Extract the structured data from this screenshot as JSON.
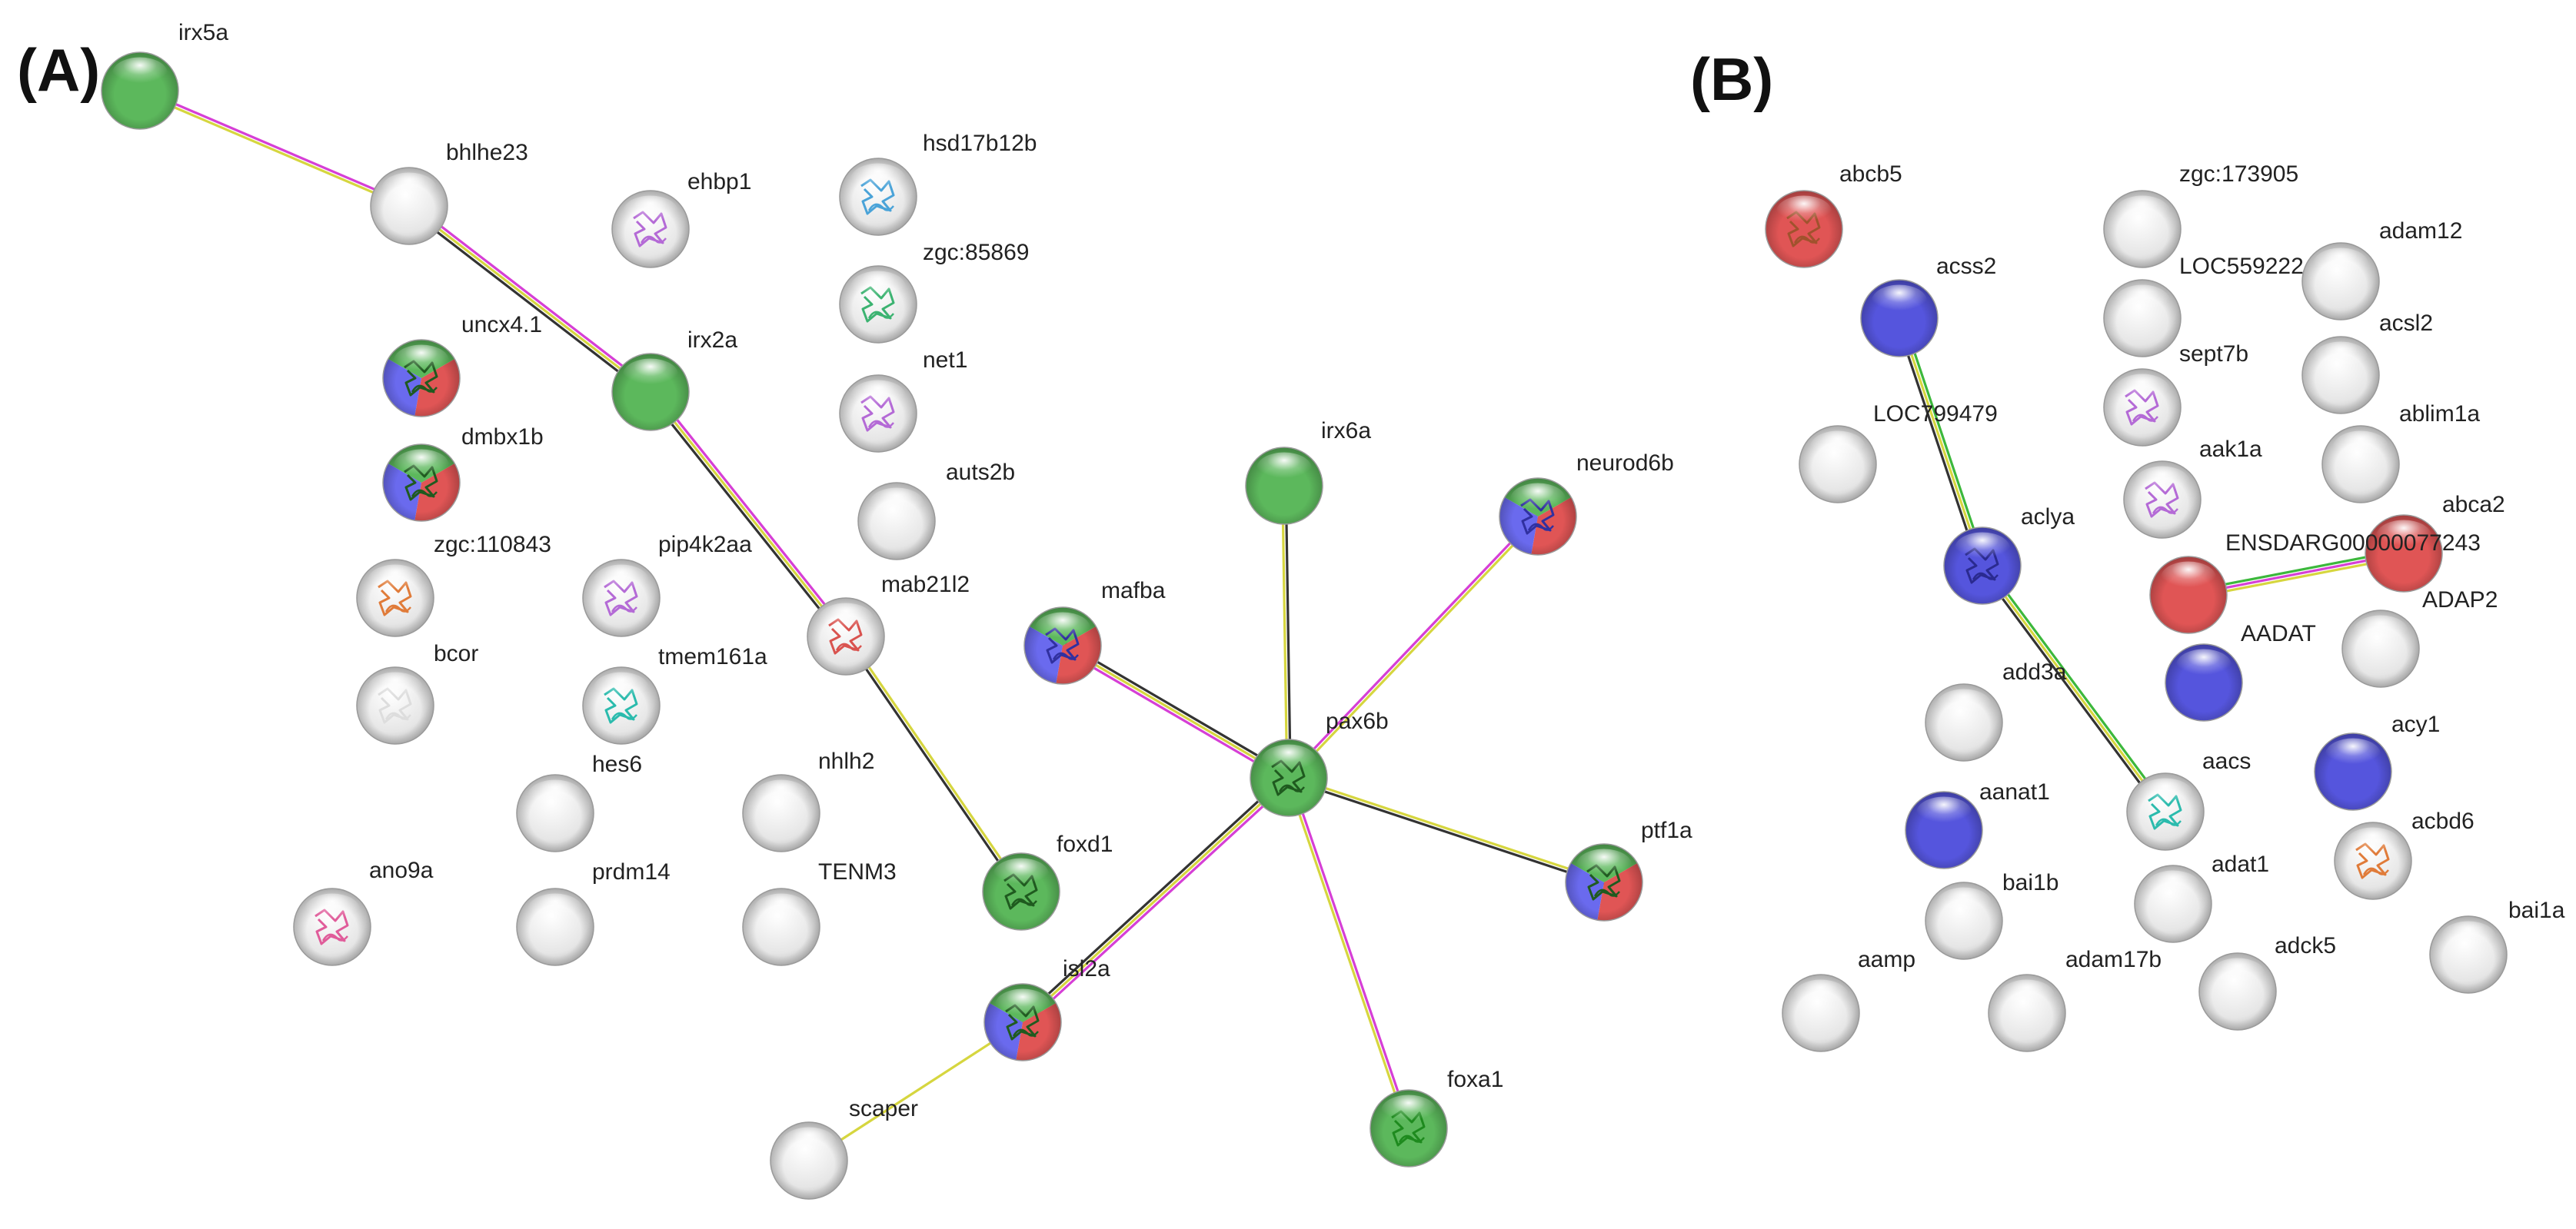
{
  "panels": [
    {
      "label": "(A)",
      "nodes": [
        {
          "id": "irx5a",
          "label": "irx5a",
          "colors": [
            "#5cb85c"
          ],
          "structure": false
        },
        {
          "id": "bhlhe23",
          "label": "bhlhe23",
          "colors": [],
          "structure": false
        },
        {
          "id": "ehbp1",
          "label": "ehbp1",
          "colors": [],
          "structure": true,
          "structure_color": "#b46ad6"
        },
        {
          "id": "hsd17b12b",
          "label": "hsd17b12b",
          "colors": [],
          "structure": true,
          "structure_color": "#4aa3d8"
        },
        {
          "id": "zgc85869",
          "label": "zgc:85869",
          "colors": [],
          "structure": true,
          "structure_color": "#3cb371"
        },
        {
          "id": "net1",
          "label": "net1",
          "colors": [],
          "structure": true,
          "structure_color": "#b46ad6"
        },
        {
          "id": "auts2b",
          "label": "auts2b",
          "colors": [],
          "structure": false
        },
        {
          "id": "uncx41",
          "label": "uncx4.1",
          "colors": [
            "#5cb85c",
            "#e05555",
            "#6a6aee"
          ],
          "structure": true,
          "structure_color": "#1f5a1f"
        },
        {
          "id": "irx2a",
          "label": "irx2a",
          "colors": [
            "#5cb85c"
          ],
          "structure": false
        },
        {
          "id": "dmbx1b",
          "label": "dmbx1b",
          "colors": [
            "#5cb85c",
            "#e05555",
            "#6a6aee"
          ],
          "structure": true,
          "structure_color": "#1f5a1f"
        },
        {
          "id": "zgc110843",
          "label": "zgc:110843",
          "colors": [],
          "structure": true,
          "structure_color": "#e07b39"
        },
        {
          "id": "pip4k2aa",
          "label": "pip4k2aa",
          "colors": [],
          "structure": true,
          "structure_color": "#b46ad6"
        },
        {
          "id": "mab21l2",
          "label": "mab21l2",
          "colors": [],
          "structure": true,
          "structure_color": "#d9534f"
        },
        {
          "id": "bcor",
          "label": "bcor",
          "colors": [],
          "structure": true,
          "structure_color": "#dddddd"
        },
        {
          "id": "tmem161a",
          "label": "tmem161a",
          "colors": [],
          "structure": true,
          "structure_color": "#2bbbad"
        },
        {
          "id": "hes6",
          "label": "hes6",
          "colors": [],
          "structure": false
        },
        {
          "id": "nhlh2",
          "label": "nhlh2",
          "colors": [],
          "structure": false
        },
        {
          "id": "prdm14",
          "label": "prdm14",
          "colors": [],
          "structure": false
        },
        {
          "id": "tenm3",
          "label": "TENM3",
          "colors": [],
          "structure": false
        },
        {
          "id": "ano9a",
          "label": "ano9a",
          "colors": [],
          "structure": true,
          "structure_color": "#e05c9a"
        },
        {
          "id": "foxd1",
          "label": "foxd1",
          "colors": [
            "#5cb85c"
          ],
          "structure": true,
          "structure_color": "#1f5a1f"
        },
        {
          "id": "irx6a",
          "label": "irx6a",
          "colors": [
            "#5cb85c"
          ],
          "structure": false
        },
        {
          "id": "neurod6b",
          "label": "neurod6b",
          "colors": [
            "#5cb85c",
            "#e05555",
            "#6a6aee"
          ],
          "structure": true,
          "structure_color": "#3030a0"
        },
        {
          "id": "mafba",
          "label": "mafba",
          "colors": [
            "#5cb85c",
            "#e05555",
            "#6a6aee"
          ],
          "structure": true,
          "structure_color": "#3030a0"
        },
        {
          "id": "pax6b",
          "label": "pax6b",
          "colors": [
            "#5cb85c"
          ],
          "structure": true,
          "structure_color": "#1f5a1f"
        },
        {
          "id": "ptf1a",
          "label": "ptf1a",
          "colors": [
            "#5cb85c",
            "#e05555",
            "#6a6aee"
          ],
          "structure": true,
          "structure_color": "#1f5a1f"
        },
        {
          "id": "isl2a",
          "label": "isl2a",
          "colors": [
            "#5cb85c",
            "#e05555",
            "#6a6aee"
          ],
          "structure": true,
          "structure_color": "#1f5a1f"
        },
        {
          "id": "foxa1",
          "label": "foxa1",
          "colors": [
            "#5cb85c"
          ],
          "structure": true,
          "structure_color": "#1e8a1e"
        },
        {
          "id": "scaper",
          "label": "scaper",
          "colors": [],
          "structure": false
        }
      ],
      "edges": [
        {
          "source": "irx5a",
          "target": "bhlhe23",
          "types": [
            "#d63fd6",
            "#d6d63f"
          ]
        },
        {
          "source": "bhlhe23",
          "target": "irx2a",
          "types": [
            "#d63fd6",
            "#d6d63f",
            "#333333"
          ]
        },
        {
          "source": "irx2a",
          "target": "mab21l2",
          "types": [
            "#d63fd6",
            "#d6d63f",
            "#333333"
          ]
        },
        {
          "source": "mab21l2",
          "target": "foxd1",
          "types": [
            "#d6d63f",
            "#333333"
          ]
        },
        {
          "source": "pax6b",
          "target": "irx6a",
          "types": [
            "#d6d63f",
            "#333333"
          ]
        },
        {
          "source": "pax6b",
          "target": "neurod6b",
          "types": [
            "#d63fd6",
            "#d6d63f"
          ]
        },
        {
          "source": "pax6b",
          "target": "mafba",
          "types": [
            "#d63fd6",
            "#d6d63f",
            "#333333"
          ]
        },
        {
          "source": "pax6b",
          "target": "ptf1a",
          "types": [
            "#d6d63f",
            "#333333"
          ]
        },
        {
          "source": "pax6b",
          "target": "isl2a",
          "types": [
            "#d63fd6",
            "#d6d63f",
            "#333333"
          ]
        },
        {
          "source": "pax6b",
          "target": "foxa1",
          "types": [
            "#d63fd6",
            "#d6d63f"
          ]
        },
        {
          "source": "isl2a",
          "target": "scaper",
          "types": [
            "#d6d63f"
          ]
        }
      ]
    },
    {
      "label": "(B)",
      "nodes": [
        {
          "id": "abcb5",
          "label": "abcb5",
          "colors": [
            "#e05555"
          ],
          "structure": true,
          "structure_color": "#a0522d"
        },
        {
          "id": "zgc173905",
          "label": "zgc:173905",
          "colors": [],
          "structure": false
        },
        {
          "id": "adam12",
          "label": "adam12",
          "colors": [],
          "structure": false
        },
        {
          "id": "acss2",
          "label": "acss2",
          "colors": [
            "#5555dd"
          ],
          "structure": false
        },
        {
          "id": "loc559222",
          "label": "LOC559222",
          "colors": [],
          "structure": false
        },
        {
          "id": "acsl2",
          "label": "acsl2",
          "colors": [],
          "structure": false
        },
        {
          "id": "sept7b",
          "label": "sept7b",
          "colors": [],
          "structure": true,
          "structure_color": "#b46ad6"
        },
        {
          "id": "loc799479",
          "label": "LOC799479",
          "colors": [],
          "structure": false
        },
        {
          "id": "ablim1a",
          "label": "ablim1a",
          "colors": [],
          "structure": false
        },
        {
          "id": "aak1a",
          "label": "aak1a",
          "colors": [],
          "structure": true,
          "structure_color": "#b46ad6"
        },
        {
          "id": "abca2",
          "label": "abca2",
          "colors": [
            "#e05555"
          ],
          "structure": false
        },
        {
          "id": "aclya",
          "label": "aclya",
          "colors": [
            "#5555dd"
          ],
          "structure": true,
          "structure_color": "#2a2a90"
        },
        {
          "id": "ensdarg",
          "label": "ENSDARG00000077243",
          "colors": [
            "#e05555"
          ],
          "structure": false
        },
        {
          "id": "adap2",
          "label": "ADAP2",
          "colors": [],
          "structure": false
        },
        {
          "id": "aadat",
          "label": "AADAT",
          "colors": [
            "#5555dd"
          ],
          "structure": false
        },
        {
          "id": "add3a",
          "label": "add3a",
          "colors": [],
          "structure": false
        },
        {
          "id": "acy1",
          "label": "acy1",
          "colors": [
            "#5555dd"
          ],
          "structure": false
        },
        {
          "id": "aacs",
          "label": "aacs",
          "colors": [],
          "structure": true,
          "structure_color": "#2bbbad"
        },
        {
          "id": "aanat1",
          "label": "aanat1",
          "colors": [
            "#5555dd"
          ],
          "structure": false
        },
        {
          "id": "acbd6",
          "label": "acbd6",
          "colors": [],
          "structure": true,
          "structure_color": "#e07b39"
        },
        {
          "id": "adat1",
          "label": "adat1",
          "colors": [],
          "structure": false
        },
        {
          "id": "bai1b",
          "label": "bai1b",
          "colors": [],
          "structure": false
        },
        {
          "id": "bai1a",
          "label": "bai1a",
          "colors": [],
          "structure": false
        },
        {
          "id": "adck5",
          "label": "adck5",
          "colors": [],
          "structure": false
        },
        {
          "id": "aamp",
          "label": "aamp",
          "colors": [],
          "structure": false
        },
        {
          "id": "adam17b",
          "label": "adam17b",
          "colors": [],
          "structure": false
        }
      ],
      "edges": [
        {
          "source": "acss2",
          "target": "aclya",
          "types": [
            "#3cb83c",
            "#d6d63f",
            "#333333"
          ]
        },
        {
          "source": "aclya",
          "target": "aacs",
          "types": [
            "#3cb83c",
            "#d6d63f",
            "#333333"
          ]
        },
        {
          "source": "ensdarg",
          "target": "abca2",
          "types": [
            "#3cb83c",
            "#d63fd6",
            "#d6d63f"
          ]
        }
      ]
    }
  ]
}
